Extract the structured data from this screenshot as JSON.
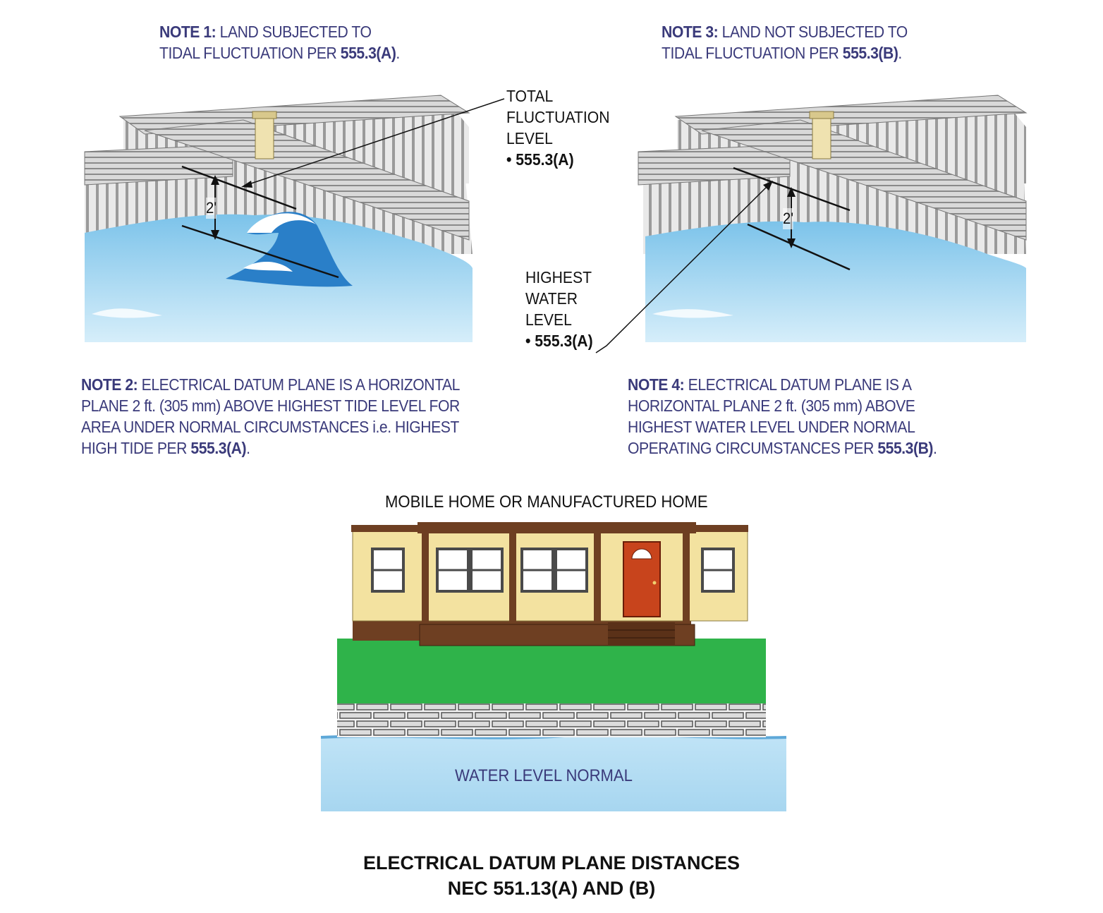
{
  "note1": {
    "prefix": "NOTE 1:",
    "text": "LAND SUBJECTED TO",
    "text2": "TIDAL FLUCTUATION PER ",
    "ref": "555.3(A)",
    "suffix": "."
  },
  "note3": {
    "prefix": "NOTE 3:",
    "text": "LAND NOT SUBJECTED TO",
    "text2": "TIDAL FLUCTUATION PER ",
    "ref": "555.3(B)",
    "suffix": "."
  },
  "note2": {
    "prefix": "NOTE 2:",
    "line1": "ELECTRICAL DATUM PLANE IS A HORIZONTAL",
    "line2": "PLANE 2 ft. (305 mm) ABOVE HIGHEST TIDE LEVEL FOR",
    "line3": "AREA UNDER NORMAL CIRCUMSTANCES i.e. HIGHEST",
    "line4": "HIGH TIDE PER ",
    "ref": "555.3(A)",
    "suffix": "."
  },
  "note4": {
    "prefix": "NOTE 4:",
    "line1": "ELECTRICAL DATUM PLANE IS A",
    "line2": "HORIZONTAL PLANE 2 ft. (305 mm) ABOVE",
    "line3": "HIGHEST WATER LEVEL UNDER NORMAL",
    "line4": "OPERATING CIRCUMSTANCES PER ",
    "ref": "555.3(B)",
    "suffix": "."
  },
  "callout_total": {
    "line1": "TOTAL",
    "line2": "FLUCTUATION",
    "line3": "LEVEL",
    "ref": "• 555.3(A)"
  },
  "callout_highest": {
    "line1": "HIGHEST",
    "line2": "WATER",
    "line3": "LEVEL",
    "ref": "• 555.3(A)"
  },
  "dimension_left": "2'",
  "dimension_right": "2'",
  "home_label": "MOBILE HOME OR MANUFACTURED HOME",
  "water_label": "WATER LEVEL NORMAL",
  "title": {
    "line1": "ELECTRICAL DATUM PLANE DISTANCES",
    "line2": "NEC 551.13(A) AND (B)"
  },
  "colors": {
    "note_text": "#3a3a7a",
    "water": "#a9d8f0",
    "grass": "#2fb34a",
    "house_wall": "#f3e2a0",
    "door": "#c8441c",
    "trim": "#6e3f22"
  }
}
